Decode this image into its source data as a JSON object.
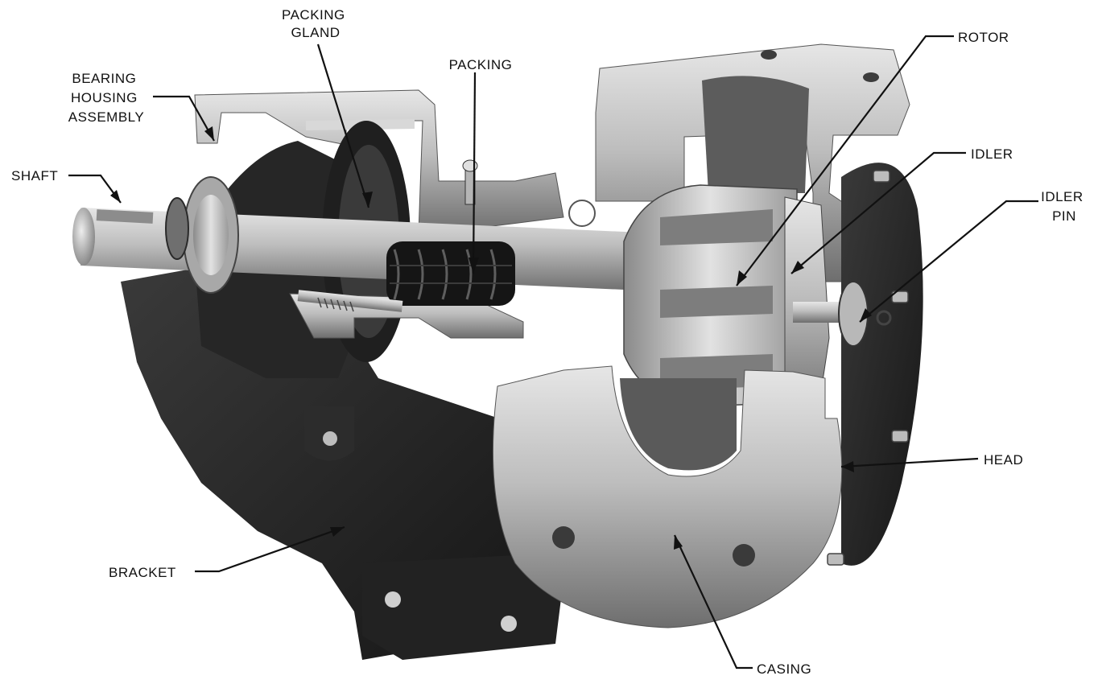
{
  "labels": {
    "packing_gland": [
      "PACKING",
      "GLAND"
    ],
    "packing": "PACKING",
    "rotor": "ROTOR",
    "bearing_housing_assembly": [
      "BEARING",
      "HOUSING",
      "ASSEMBLY"
    ],
    "idler": "IDLER",
    "shaft": "SHAFT",
    "idler_pin": [
      "IDLER",
      "PIN"
    ],
    "head": "HEAD",
    "bracket": "BRACKET",
    "casing": "CASING"
  },
  "colors": {
    "background": "#ffffff",
    "iron_dark": "#2b2b2b",
    "steel_light": "#c9c9c9",
    "steel_mid": "#9a9a9a",
    "leader": "#111111"
  }
}
